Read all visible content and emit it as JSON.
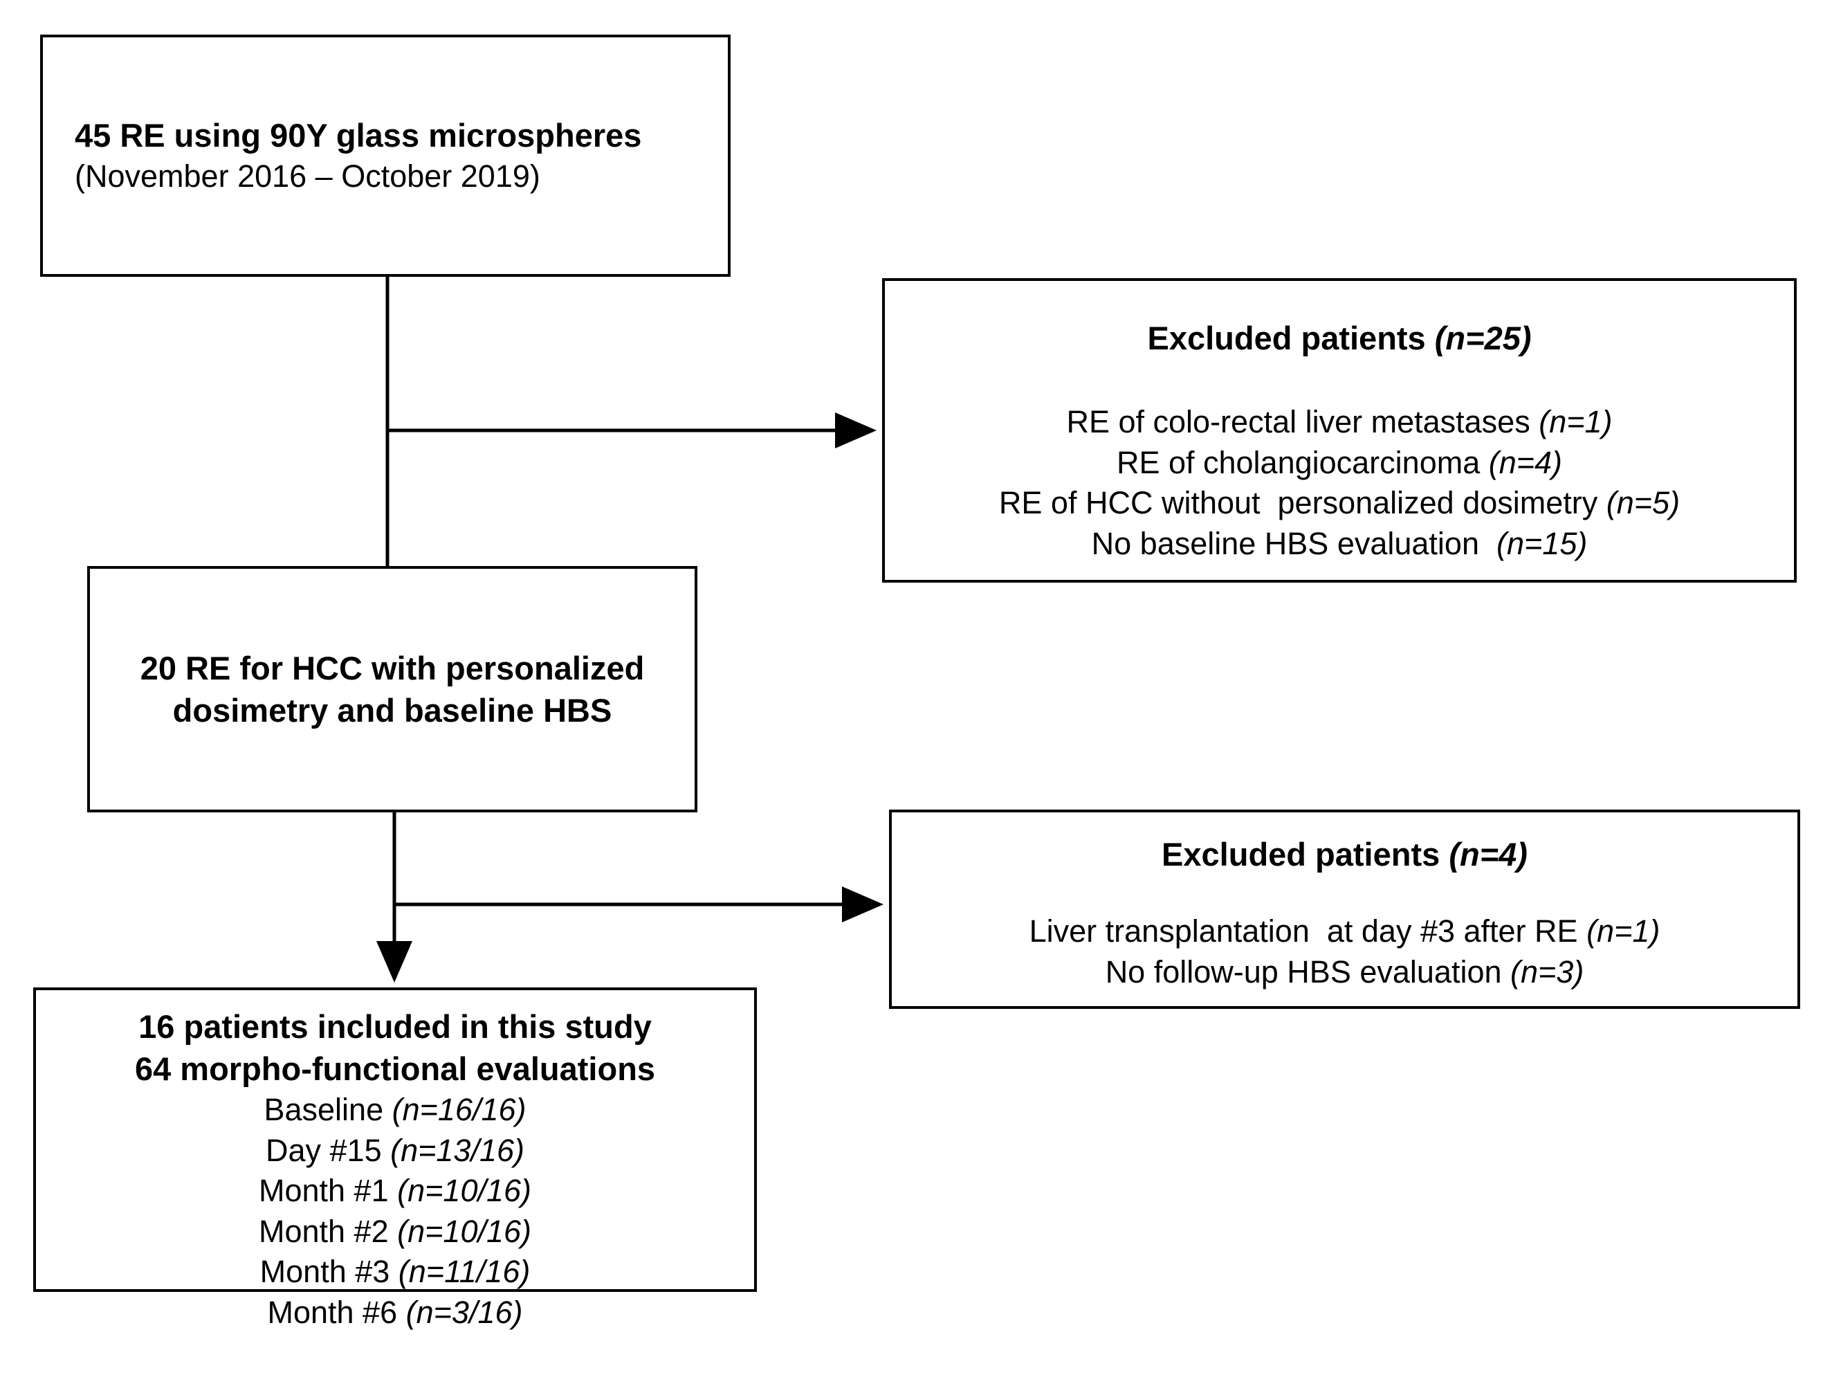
{
  "figure": {
    "type": "flowchart",
    "orientation": "vertical-with-right-branches",
    "stroke_color": "#000000",
    "background_color": "#ffffff"
  },
  "boxes": {
    "cohort": {
      "line1": "45 RE using 90Y glass microspheres",
      "line2": "(November 2016 – October 2019)"
    },
    "eligible": {
      "line1": "20 RE for HCC with personalized",
      "line2": "dosimetry and baseline HBS"
    },
    "excluded_1": {
      "header": "Excluded patients (n=25)",
      "header_main": "Excluded patients ",
      "header_count": "(n=25)",
      "items": [
        "RE of colo-rectal liver metastases (n=1)",
        "RE of cholangiocarcinoma (n=4)",
        "RE of HCC without  personalized dosimetry (n=5)",
        "No baseline HBS evaluation  (n=15)"
      ],
      "items_split": [
        {
          "label": "RE of colo-rectal liver metastases ",
          "count": "(n=1)"
        },
        {
          "label": "RE of cholangiocarcinoma ",
          "count": "(n=4)"
        },
        {
          "label": "RE of HCC without  personalized dosimetry ",
          "count": "(n=5)"
        },
        {
          "label": "No baseline HBS evaluation  ",
          "count": "(n=15)"
        }
      ]
    },
    "excluded_2": {
      "header": "Excluded patients (n=4)",
      "header_main": "Excluded patients ",
      "header_count": "(n=4)",
      "items": [
        "Liver transplantation  at day #3 after RE (n=1)",
        "No follow-up HBS evaluation (n=3)"
      ],
      "items_split": [
        {
          "label": "Liver transplantation  at day #3 after RE ",
          "count": "(n=1)"
        },
        {
          "label": "No follow-up HBS evaluation ",
          "count": "(n=3)"
        }
      ]
    },
    "included": {
      "header_line1": "16 patients included in this study",
      "header_line2": "64 morpho-functional evaluations",
      "items": [
        "Baseline (n=16/16)",
        "Day #15 (n=13/16)",
        "Month #1 (n=10/16)",
        "Month #2 (n=10/16)",
        "Month #3 (n=11/16)",
        "Month #6 (n=3/16)"
      ],
      "items_split": [
        {
          "label": "Baseline ",
          "count": "(n=16/16)"
        },
        {
          "label": "Day #15 ",
          "count": "(n=13/16)"
        },
        {
          "label": "Month #1 ",
          "count": "(n=10/16)"
        },
        {
          "label": "Month #2 ",
          "count": "(n=10/16)"
        },
        {
          "label": "Month #3 ",
          "count": "(n=11/16)"
        },
        {
          "label": "Month #6 ",
          "count": "(n=3/16)"
        }
      ]
    }
  },
  "connectors": [
    {
      "name": "cohort-to-eligible",
      "kind": "vertical",
      "arrowhead": false
    },
    {
      "name": "cohort-to-excluded-1",
      "kind": "horizontal",
      "arrowhead": true
    },
    {
      "name": "eligible-to-included",
      "kind": "vertical",
      "arrowhead": true
    },
    {
      "name": "eligible-to-excluded-2",
      "kind": "horizontal",
      "arrowhead": true
    }
  ]
}
